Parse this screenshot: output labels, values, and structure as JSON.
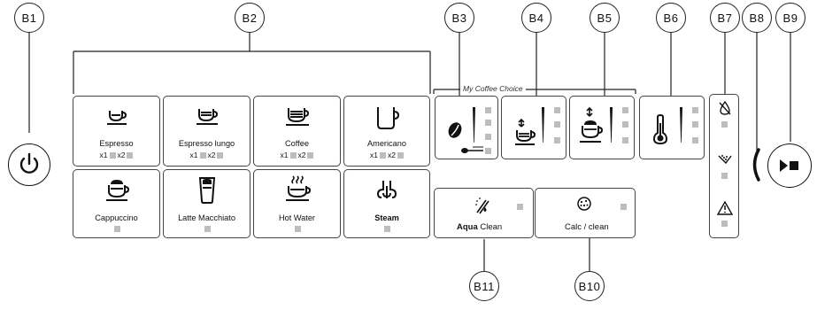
{
  "callouts": {
    "b1": "B1",
    "b2": "B2",
    "b3": "B3",
    "b4": "B4",
    "b5": "B5",
    "b6": "B6",
    "b7": "B7",
    "b8": "B8",
    "b9": "B9",
    "b10": "B10",
    "b11": "B11"
  },
  "drinks": {
    "espresso": {
      "label": "Espresso",
      "x1": "x1",
      "x2": "x2"
    },
    "espresso_lungo": {
      "label": "Espresso lungo",
      "x1": "x1",
      "x2": "x2"
    },
    "coffee": {
      "label": "Coffee",
      "x1": "x1",
      "x2": "x2"
    },
    "americano": {
      "label": "Americano",
      "x1": "x1",
      "x2": "x2"
    },
    "cappuccino": {
      "label": "Cappuccino"
    },
    "latte_macchiato": {
      "label": "Latte Macchiato"
    },
    "hot_water": {
      "label": "Hot Water"
    },
    "steam": {
      "label": "Steam"
    }
  },
  "my_coffee_choice": "My Coffee Choice",
  "aqua_clean": {
    "bold": "Aqua",
    "rest": " Clean"
  },
  "calc_clean": "Calc / clean",
  "icons": {
    "power": "power-icon",
    "bean": "coffee-bean-icon",
    "thermometer": "thermometer-icon",
    "play_stop": "play-stop-icon",
    "no_water": "no-water-icon",
    "grounds": "grounds-container-icon",
    "warning": "warning-icon"
  },
  "colors": {
    "indicator": "#bdbdbd",
    "line": "#222222"
  }
}
